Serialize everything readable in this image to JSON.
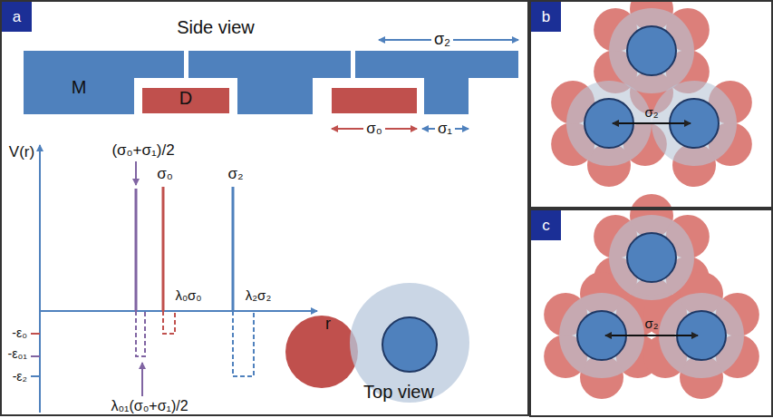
{
  "diagram": {
    "nodes": [
      {
        "text": [
          "a"
        ]
      },
      {
        "text": [
          "b"
        ]
      },
      {
        "text": [
          "c"
        ]
      },
      {
        "text": [
          "M"
        ],
        "in": 0
      },
      {
        "text": [
          "D"
        ],
        "in": 0
      }
    ],
    "labels": [
      "Side view",
      "σ₂",
      "σ₀",
      "σ₁",
      "V(r)",
      "(σ₀+σ₁)/2",
      "σ₀",
      "σ₂",
      "λ₀σ₀",
      "λ₂σ₂",
      "r",
      "-ε₀",
      "-ε₀₁",
      "-ε₂",
      "λ₀₁(σ₀+σ₁)/2",
      "Top view",
      "σ₂",
      "σ₂"
    ]
  }
}
